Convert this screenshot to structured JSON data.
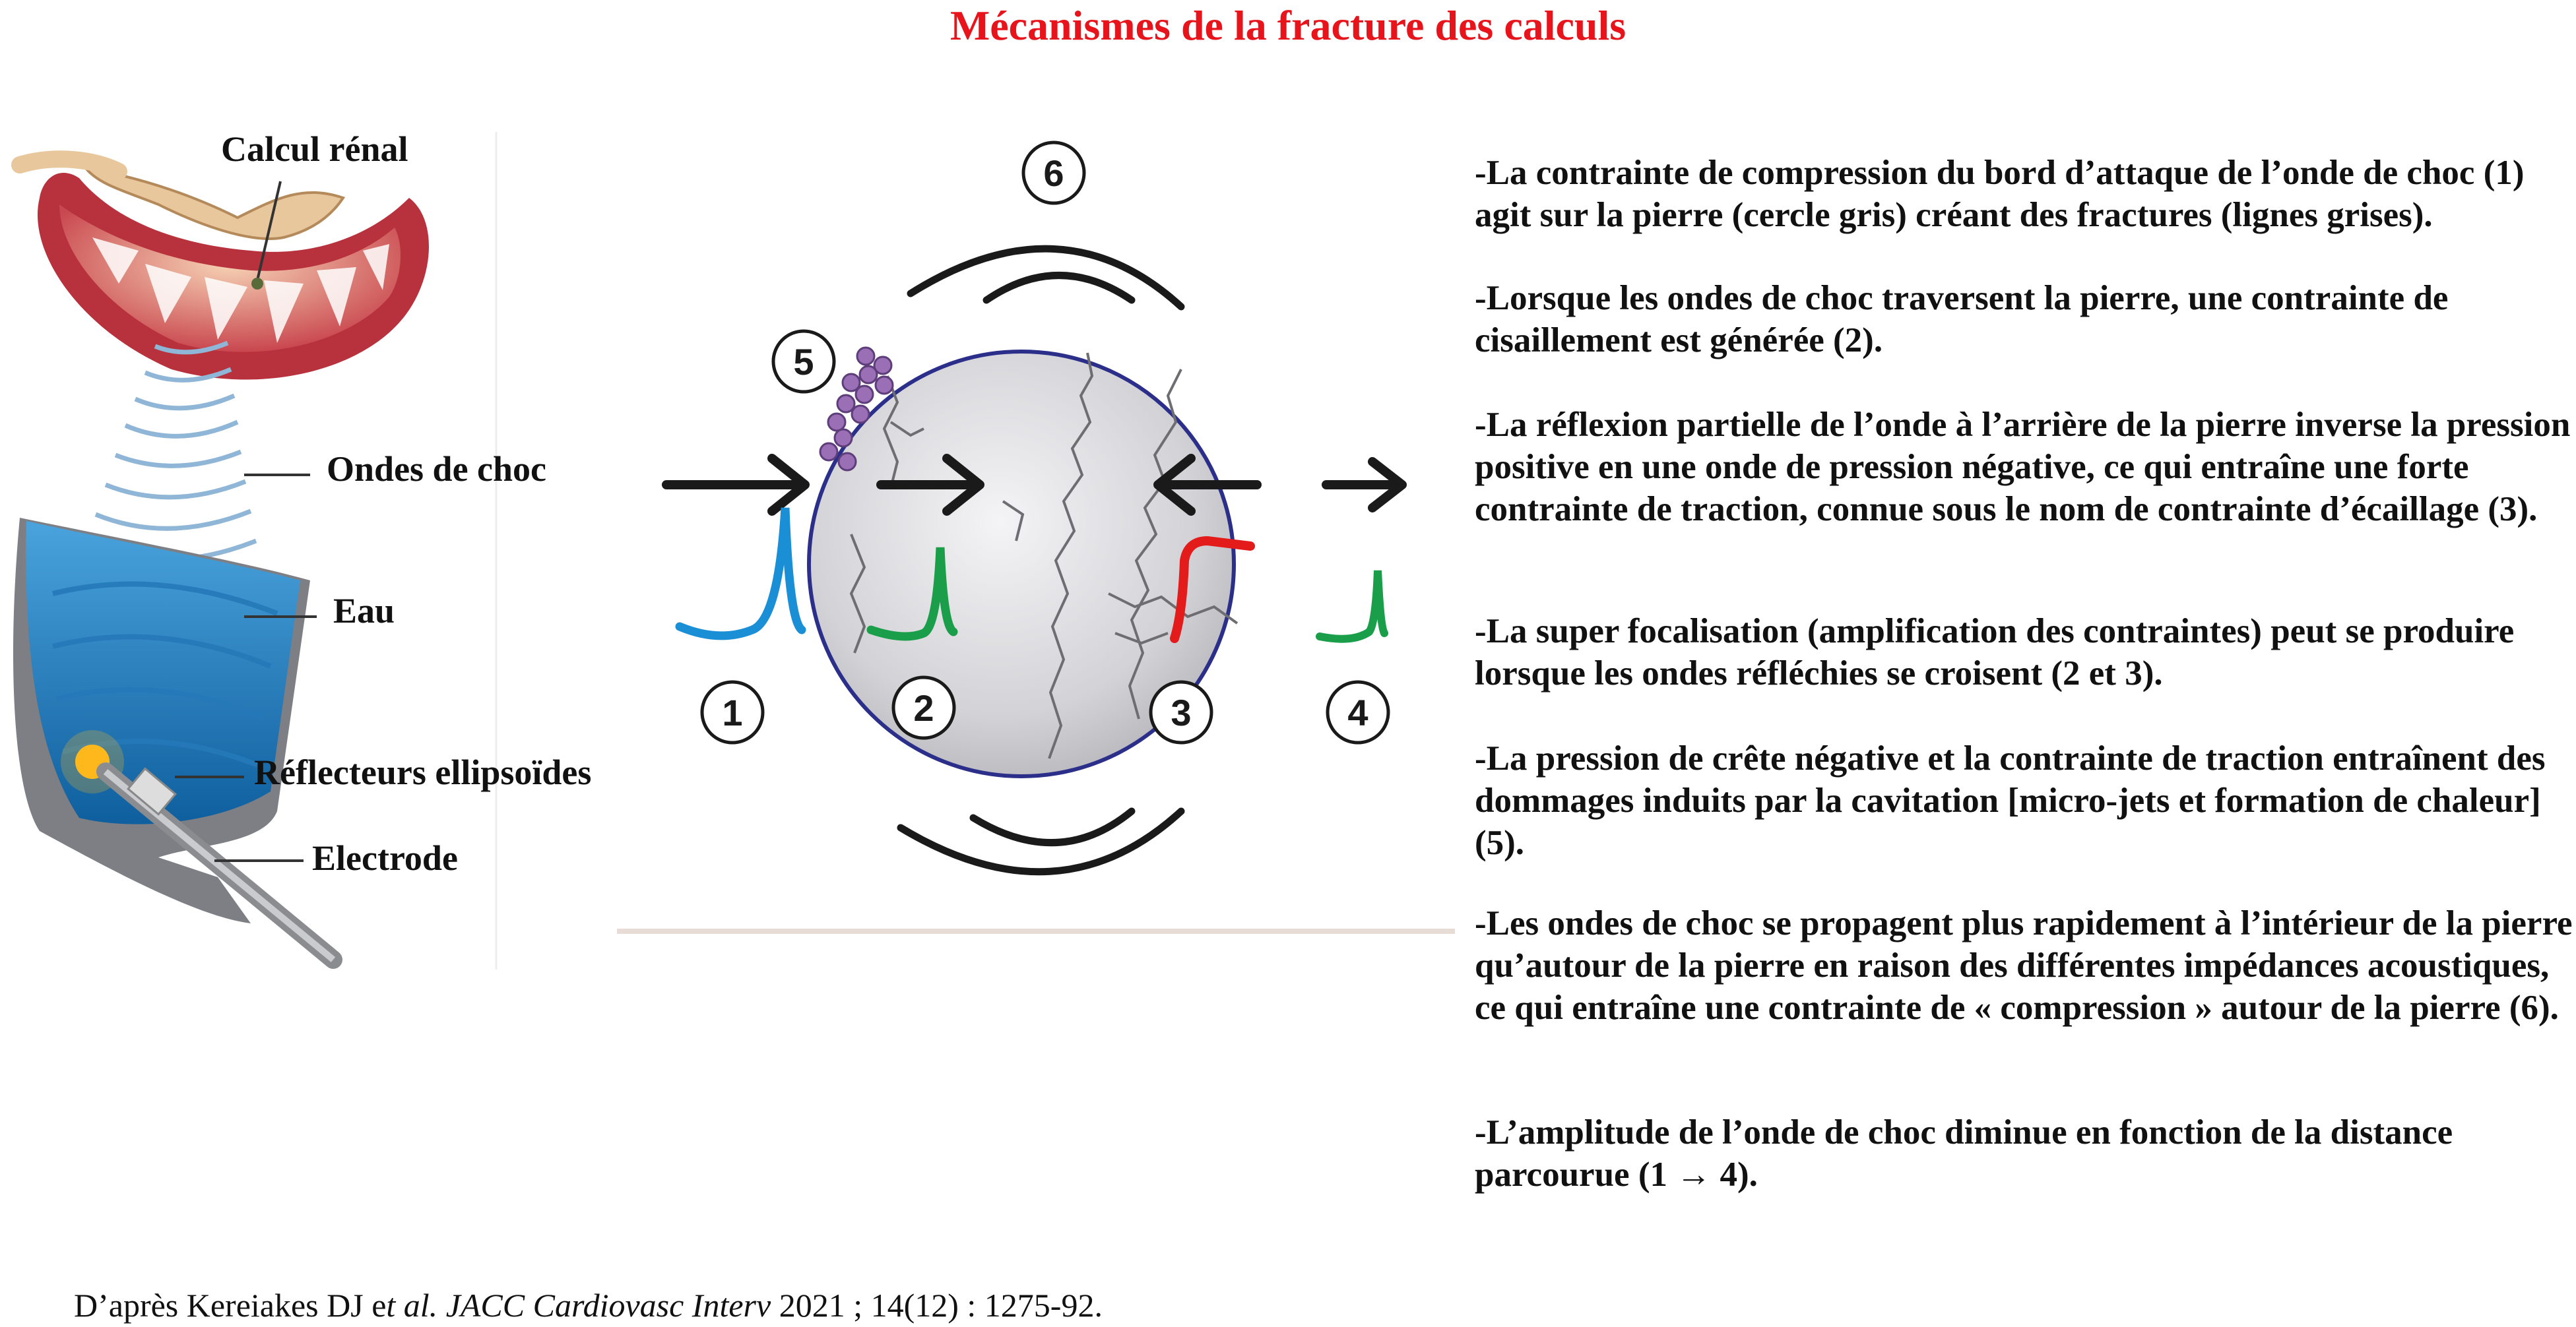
{
  "title": "Mécanismes de la fracture des calculs",
  "left_labels": {
    "calcul": "Calcul rénal",
    "ondes": "Ondes de choc",
    "eau": "Eau",
    "reflecteurs": "Réflecteurs ellipsoïdes",
    "electrode": "Electrode"
  },
  "numbers": {
    "n1": "1",
    "n2": "2",
    "n3": "3",
    "n4": "4",
    "n5": "5",
    "n6": "6"
  },
  "colors": {
    "title": "#e8141c",
    "wave1": "#1a8fd6",
    "wave2": "#1a9e4a",
    "wave3": "#e31b1b",
    "wave4": "#1a9e4a",
    "stone": "#d6d6d9",
    "stone_border": "#2b2f8a",
    "bubbles": "#9a6fb5"
  },
  "paragraphs": [
    "-La contrainte de compression du bord d’attaque de l’onde de choc (1) agit sur la pierre (cercle gris) créant des fractures (lignes grises).",
    "-Lorsque les ondes de choc traversent la pierre, une contrainte de cisaillement est générée (2).",
    "-La réflexion partielle de l’onde à l’arrière de la pierre inverse la pression positive en une onde de pression négative, ce qui entraîne une forte contrainte de traction, connue sous le nom de contrainte d’écaillage (3).",
    "-La super focalisation (amplification des contraintes) peut se produire lorsque les ondes réfléchies se croisent (2 et 3).",
    "-La pression de crête négative et la contrainte de traction entraînent des dommages induits par la cavitation [micro-jets et formation de chaleur] (5).",
    "-Les ondes de choc se propagent plus rapidement à l’intérieur de la pierre qu’autour de la pierre en raison des différentes impédances acoustiques, ce qui entraîne une contrainte de « compression » autour de la pierre (6).",
    "-L’amplitude de l’onde de choc diminue en fonction de la distance parcourue (1 → 4)."
  ],
  "citation": {
    "prefix": "D’après Kereiakes DJ e",
    "etal": "t al.",
    "journal": " JACC Cardiovasc Interv",
    "rest": " 2021 ; 14(12) : 1275-92."
  }
}
